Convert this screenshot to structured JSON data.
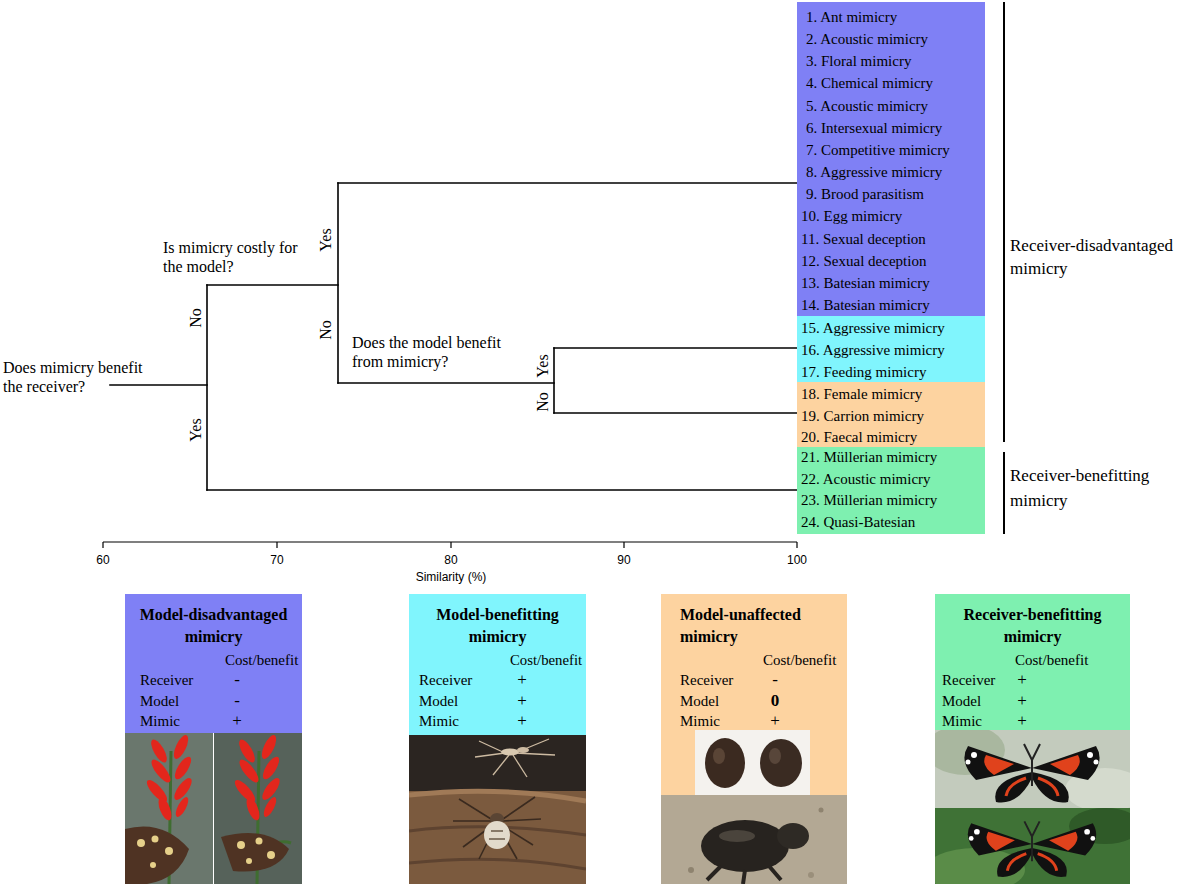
{
  "diagram": {
    "nodes": [
      {
        "text": [
          "1. Ant mimicry",
          "2. Acoustic mimicry",
          "3. Floral mimicry",
          "4. Chemical mimicry",
          "5. Acoustic mimicry",
          "6. Intersexual mimicry",
          "7. Competitive mimicry",
          "8. Aggressive mimicry",
          "9. Brood parasitism",
          "10. Egg mimicry",
          "11. Sexual deception",
          "12. Sexual deception",
          "13. Batesian mimicry",
          "14. Batesian mimicry"
        ]
      },
      {
        "text": [
          "15. Aggressive mimicry",
          "16. Aggressive mimicry",
          "17. Feeding mimicry"
        ]
      },
      {
        "text": [
          "18. Female mimicry",
          "19. Carrion mimicry",
          "20. Faecal mimicry"
        ]
      },
      {
        "text": [
          "21. Müllerian mimicry",
          "22. Acoustic mimicry",
          "23. Müllerian mimicry",
          "24. Quasi-Batesian"
        ]
      },
      {
        "text": [
          "Model-disadvantaged mimicry",
          "Cost/benefit",
          "Receiver",
          "-",
          "Model",
          "-",
          "Mimic",
          "+"
        ]
      },
      {
        "text": [
          "Model-benefitting mimicry",
          "Cost/benefit",
          "Receiver",
          "+",
          "Model",
          "+",
          "Mimic",
          "+"
        ]
      },
      {
        "text": [
          "Model-unaffected mimicry",
          "Cost/benefit",
          "Receiver",
          "-",
          "Model",
          "0",
          "Mimic",
          "+"
        ]
      },
      {
        "text": [
          "Receiver-benefitting mimicry",
          "Cost/benefit",
          "Receiver",
          "+",
          "Model",
          "+",
          "Mimic",
          "+"
        ]
      }
    ],
    "labels": [
      "Does mimicry benefit the receiver?",
      "Is mimicry costly for the model?",
      "No",
      "Yes",
      "Yes",
      "No",
      "Does the model benefit from mimicry?",
      "Yes",
      "No",
      "Receiver-disadvantaged mimicry",
      "Receiver-benefitting mimicry",
      "60",
      "70",
      "80",
      "90",
      "100",
      "Similarity (%)"
    ]
  }
}
